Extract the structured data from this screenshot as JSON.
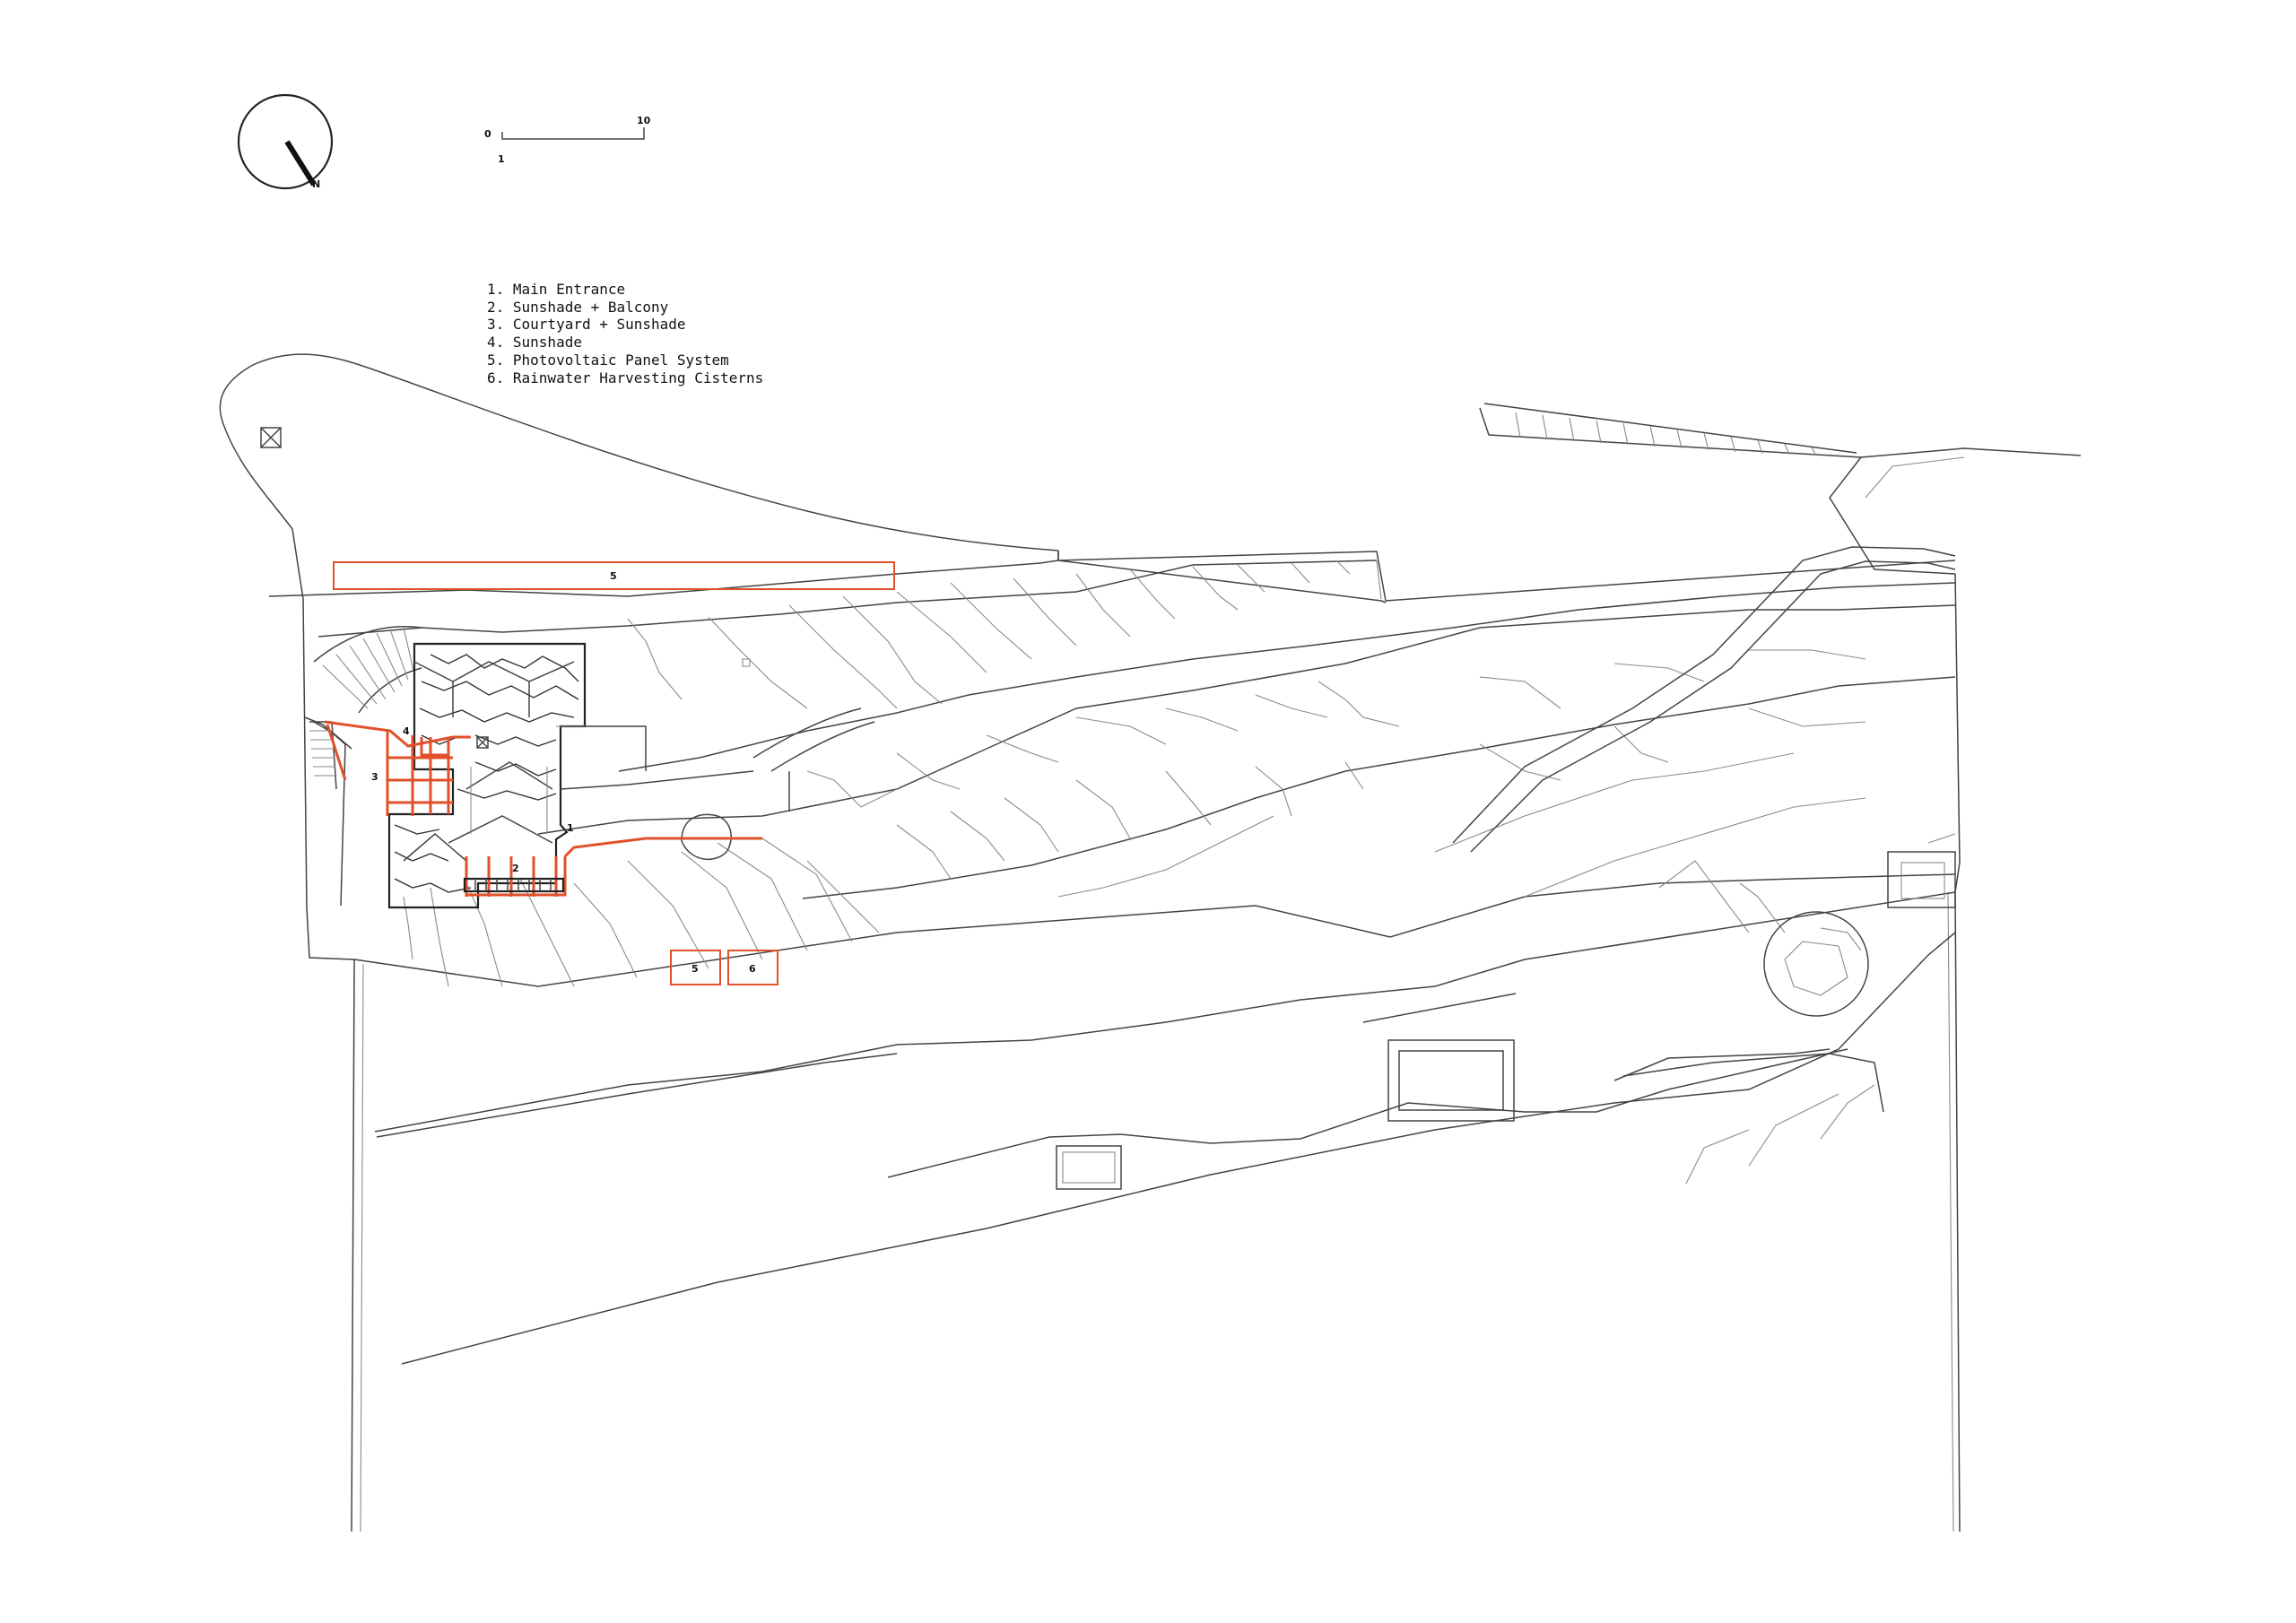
{
  "scale_bar": {
    "start": "0",
    "end": "10",
    "unit_tick": "1"
  },
  "north_label": "N",
  "legend": [
    "1. Main Entrance",
    "2. Sunshade + Balcony",
    "3. Courtyard + Sunshade",
    "4. Sunshade",
    "5. Photovoltaic Panel System",
    "6. Rainwater Harvesting Cisterns"
  ],
  "plan_labels": {
    "entrance": "1",
    "balcony": "2",
    "courtyard": "3",
    "sunshade": "4",
    "pv": "5",
    "cistern_a": "5",
    "cistern_b": "6"
  },
  "colors": {
    "accent": "#e0502a",
    "line": "#444444"
  }
}
